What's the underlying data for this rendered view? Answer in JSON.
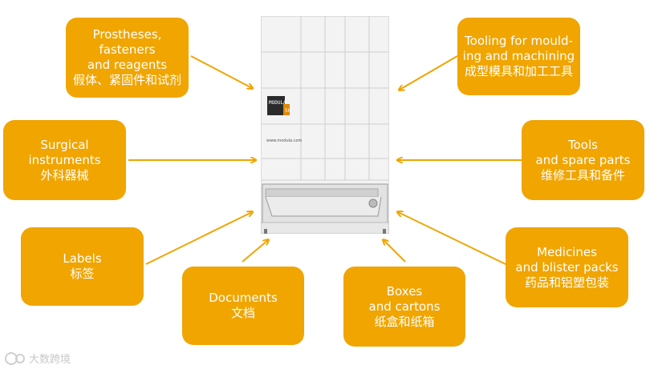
{
  "boxes": {
    "prostheses": [
      "Prostheses,",
      "fasteners",
      "and reagents",
      "假体、紧固件和试剂"
    ],
    "tooling": [
      "Tooling for mould-",
      "ing and machining",
      "成型模具和加工工具"
    ],
    "surgical": [
      "Surgical",
      "instruments",
      "外科器械"
    ],
    "tools": [
      "Tools",
      "and spare parts",
      "维修工具和备件"
    ],
    "labels": [
      "Labels",
      "标签"
    ],
    "documents": [
      "Documents",
      "文档"
    ],
    "boxes": [
      "Boxes",
      "and cartons",
      "纸盒和纸箱"
    ],
    "medicines": [
      "Medicines",
      "and blister packs",
      "药品和铝塑包装"
    ]
  },
  "cabinet": {
    "logo_line1": "MODULA",
    "logo_line2": "SH",
    "url": "www.modula.com"
  },
  "watermark": {
    "text": "大数跨境",
    "icon": "circle-logo-icon"
  },
  "colors": {
    "box": "#f0a500",
    "arrow": "#f0a500",
    "text": "#ffffff"
  }
}
